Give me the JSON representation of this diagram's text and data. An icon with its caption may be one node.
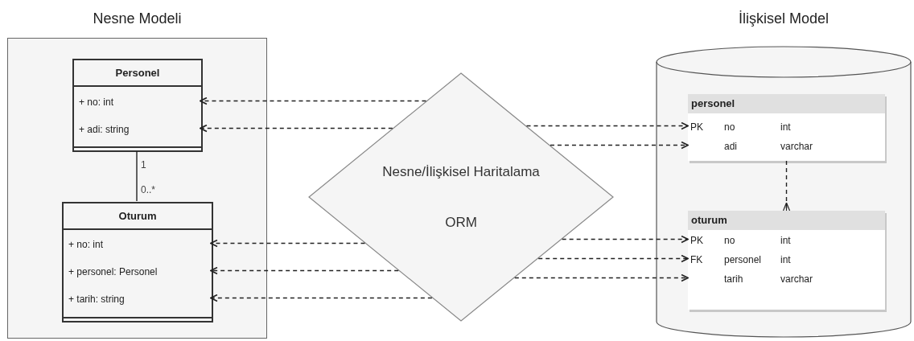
{
  "diagram": {
    "nodes": [
      {
        "text": [
          "Nesne Modeli"
        ]
      },
      {
        "text": [
          "Personel"
        ],
        "in": 0
      },
      {
        "text": [
          "+ no: int"
        ],
        "in": 1
      },
      {
        "text": [
          "+ adi: string"
        ],
        "in": 1
      },
      {
        "text": [
          "Oturum"
        ],
        "in": 0
      },
      {
        "text": [
          "+ no: int"
        ],
        "in": 4
      },
      {
        "text": [
          "+ personel: Personel"
        ],
        "in": 4
      },
      {
        "text": [
          "+ tarih: string"
        ],
        "in": 4
      },
      {
        "text": [
          "Nesne/İlişkisel Haritalama",
          "ORM"
        ]
      },
      {
        "text": [
          "İlişkisel Model"
        ]
      },
      {
        "text": [
          "personel"
        ],
        "in": 9
      },
      {
        "text": [
          "PK",
          "no",
          "int"
        ],
        "in": 10
      },
      {
        "text": [
          "adi",
          "varchar"
        ],
        "in": 10
      },
      {
        "text": [
          "oturum"
        ],
        "in": 9
      },
      {
        "text": [
          "PK",
          "no",
          "int"
        ],
        "in": 13
      },
      {
        "text": [
          "FK",
          "personel",
          "int"
        ],
        "in": 13
      },
      {
        "text": [
          "tarih",
          "varchar"
        ],
        "in": 13
      }
    ],
    "edges": [
      {
        "from": 1,
        "to": 4,
        "arrow": "none"
      },
      {
        "from": 8,
        "to": 2,
        "arrow": "to",
        "style": "dashed"
      },
      {
        "from": 8,
        "to": 3,
        "arrow": "to",
        "style": "dashed"
      },
      {
        "from": 8,
        "to": 5,
        "arrow": "to",
        "style": "dashed"
      },
      {
        "from": 8,
        "to": 6,
        "arrow": "to",
        "style": "dashed"
      },
      {
        "from": 8,
        "to": 7,
        "arrow": "to",
        "style": "dashed"
      },
      {
        "from": 8,
        "to": 11,
        "arrow": "to",
        "style": "dashed"
      },
      {
        "from": 8,
        "to": 12,
        "arrow": "to",
        "style": "dashed"
      },
      {
        "from": 8,
        "to": 14,
        "arrow": "to",
        "style": "dashed"
      },
      {
        "from": 8,
        "to": 15,
        "arrow": "to",
        "style": "dashed"
      },
      {
        "from": 8,
        "to": 16,
        "arrow": "to",
        "style": "dashed"
      },
      {
        "from": 10,
        "to": 13,
        "arrow": "other",
        "style": "dashed"
      }
    ],
    "labels": [
      "1",
      "0..*"
    ]
  }
}
